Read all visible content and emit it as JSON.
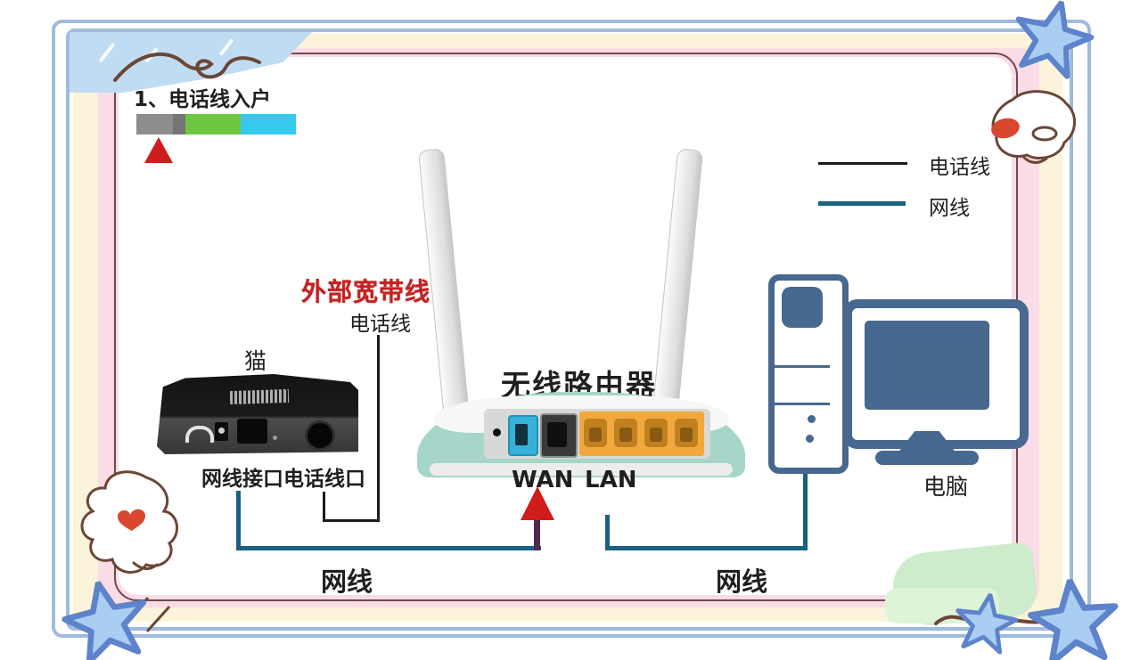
{
  "step": {
    "title": "1、电话线入户"
  },
  "progress_bar": {
    "segments": [
      {
        "name": "current",
        "color": "#8d8d8d"
      },
      {
        "name": "current-dark-edge",
        "color": "#757575"
      },
      {
        "name": "next",
        "color": "#6cc642"
      },
      {
        "name": "last",
        "color": "#36c9ec"
      }
    ],
    "pointer_color": "#cf1d1d"
  },
  "legend": {
    "phone": {
      "label": "电话线",
      "line_color": "#1a1a1a"
    },
    "network": {
      "label": "网线",
      "line_color": "#19617f"
    }
  },
  "annotations": {
    "external_broadband": "外部宽带线",
    "incoming_phone_line": "电话线",
    "modem": "猫",
    "modem_net_port": "网线接口",
    "modem_phone_port": "电话线口",
    "router": "无线路由器",
    "wan": "WAN",
    "lan": "LAN",
    "net_cable_left": "网线",
    "net_cable_right": "网线",
    "computer": "电脑"
  },
  "colors": {
    "frame_blue": "#9fbbde",
    "band_cream": "#fbf3da",
    "band_pink": "#fadce6",
    "inner_line_maroon": "#6f4a4a",
    "wash_blue": "#bfdcf3",
    "star_blue": "#aacdf2",
    "star_outline": "#5d83cb",
    "doodle_brown": "#6b4636",
    "doodle_red": "#d8472e",
    "green_patch": "#cdeccb",
    "router_body": "#a5d6c9",
    "wan_port": "#36b2d8",
    "lan_panel": "#f1a93e",
    "network_cable": "#19617f",
    "phone_line": "#1c1c1c",
    "arrow_red": "#d11c1c",
    "computer_blue": "#47688f"
  }
}
